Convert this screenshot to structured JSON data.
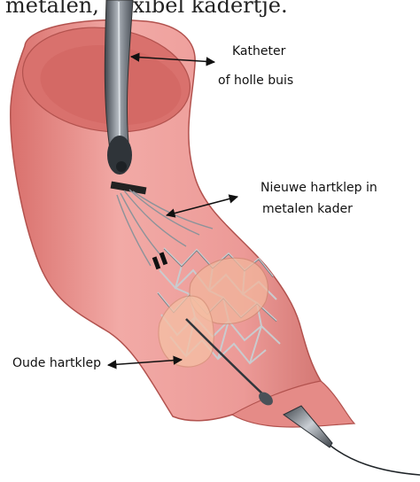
{
  "heading": "metalen, flexibel kadertje.",
  "labels": {
    "catheter_line1": "Katheter",
    "catheter_line2": "of holle buis",
    "new_valve_line1": "Nieuwe hartklep in",
    "new_valve_line2": "metalen kader",
    "old_valve": "Oude hartklep"
  },
  "colors": {
    "vessel_fill": "#ec9a97",
    "vessel_outline": "#b2524e",
    "vessel_inner": "#d9716d",
    "catheter": "#555d66",
    "stent_wire": "#d7d8da",
    "valve_leaflet": "#f2b69c"
  }
}
